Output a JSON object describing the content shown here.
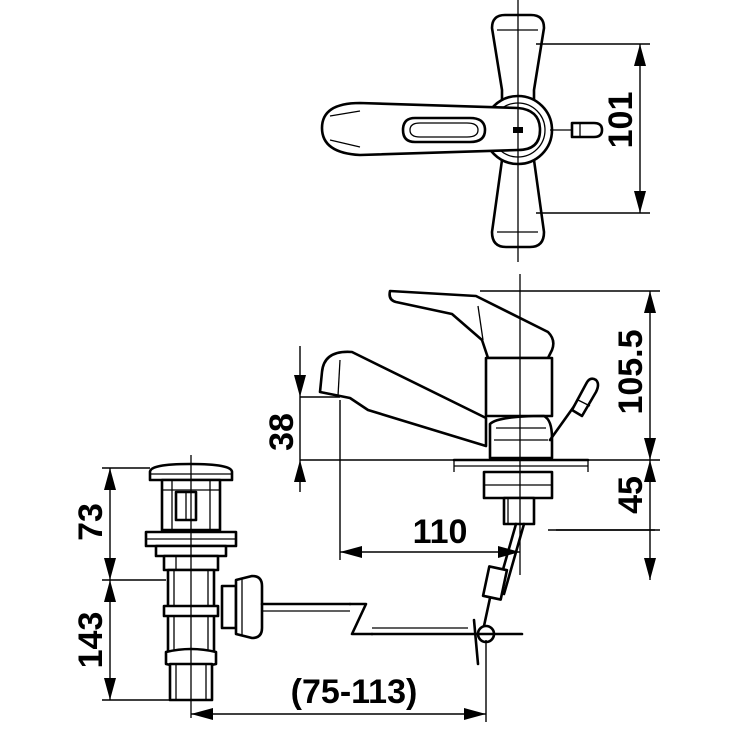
{
  "dimensions": {
    "top_view_width": "101",
    "body_height": "105.5",
    "base_height": "45",
    "spout_height": "38",
    "spout_reach": "110",
    "popup_upper": "73",
    "popup_lower": "143",
    "trap_offset": "(75-113)"
  },
  "colors": {
    "line": "#000000",
    "background": "#ffffff"
  }
}
